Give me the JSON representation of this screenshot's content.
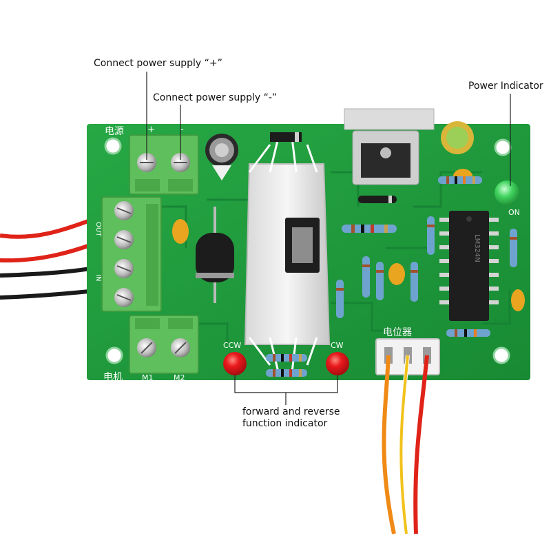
{
  "callouts": {
    "power_plus": "Connect power supply “+”",
    "power_minus": "Connect power supply “-”",
    "power_indicator": "Power Indicator",
    "fr_line1": "forward and reverse",
    "fr_line2": "function indicator"
  },
  "silkscreen": {
    "power_source": "电源",
    "plus": "+",
    "minus": "-",
    "motor": "电机",
    "m1": "M1",
    "m2": "M2",
    "potentiometer": "电位器",
    "ccw": "CCW",
    "cw": "CW",
    "on": "ON",
    "chip": "LM324N",
    "out": "OUT",
    "in": "IN"
  },
  "colors": {
    "pcb": "#1f9a3c",
    "terminal": "#5fbf5c",
    "wire_red": "#e02318",
    "wire_black": "#1a1a1a",
    "wire_orange": "#f08a16",
    "wire_yellow": "#f2c21b",
    "led_red": "#e0161b",
    "led_green": "#3bcf5a"
  }
}
